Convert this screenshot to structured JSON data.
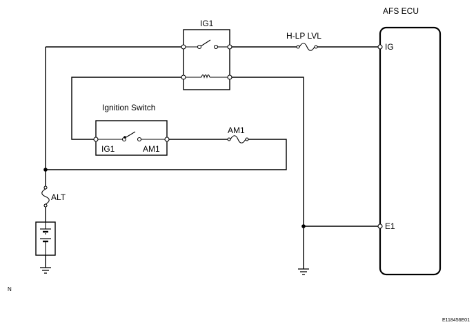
{
  "ecu": {
    "title": "AFS ECU",
    "pin_ig": "IG",
    "pin_e1": "E1"
  },
  "relay": {
    "label": "IG1"
  },
  "ignition_switch": {
    "title": "Ignition Switch",
    "terminal_left": "IG1",
    "terminal_right": "AM1"
  },
  "fuses": {
    "hlp": "H-LP LVL",
    "am1": "AM1",
    "alt": "ALT"
  },
  "footer": {
    "left_mark": "N",
    "code": "E118456E01"
  }
}
